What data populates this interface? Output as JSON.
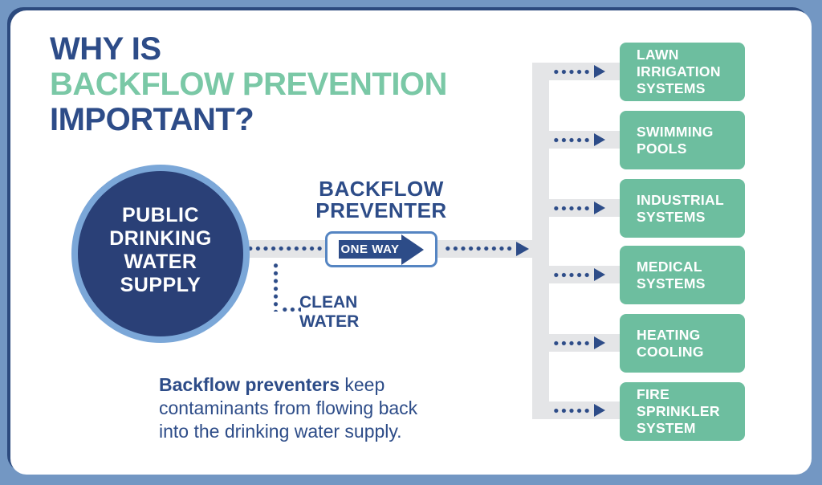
{
  "title": {
    "line1": "WHY IS",
    "line2": "BACKFLOW PREVENTION",
    "line3": "IMPORTANT?"
  },
  "supply": {
    "label": "PUBLIC\nDRINKING\nWATER\nSUPPLY"
  },
  "preventer": {
    "title": "BACKFLOW\nPREVENTER",
    "sign_label": "ONE WAY"
  },
  "clean_water": {
    "label": "CLEAN\nWATER"
  },
  "destinations": [
    {
      "label": "LAWN\nIRRIGATION\nSYSTEMS"
    },
    {
      "label": "SWIMMING\nPOOLS"
    },
    {
      "label": "INDUSTRIAL\nSYSTEMS"
    },
    {
      "label": "MEDICAL\nSYSTEMS"
    },
    {
      "label": "HEATING\nCOOLING"
    },
    {
      "label": "FIRE\nSPRINKLER\nSYSTEM"
    }
  ],
  "footer": {
    "bold": "Backflow preventers",
    "line1_rest": " keep",
    "line2": "contaminants from flowing back",
    "line3": "into the drinking water supply."
  },
  "colors": {
    "frame_blue": "#7397c3",
    "navy": "#2d4c88",
    "teal_title": "#7ac8a6",
    "box_green": "#6dbe9f",
    "circle_fill": "#2a4077",
    "circle_ring": "#7ba7d8",
    "pipe_gray": "#e4e5e7",
    "sign_border": "#5585c2"
  }
}
